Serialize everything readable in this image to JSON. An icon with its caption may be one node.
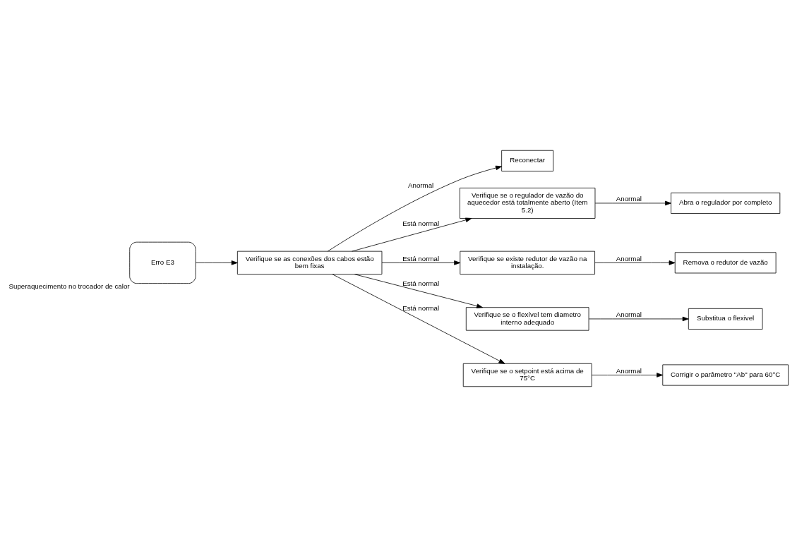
{
  "diagram": {
    "nodes": [
      {
        "text": [
          "Erro E3"
        ],
        "beside": [
          "Superaquecimento no trocador de calor"
        ]
      },
      {
        "text": [
          "Verifique se as conexões dos cabos estão bem fixas"
        ]
      },
      {
        "text": [
          "Reconectar"
        ]
      },
      {
        "text": [
          "Verifique se o regulador de vazão do aquecedor está totalmente aberto (Item 5.2)"
        ]
      },
      {
        "text": [
          "Abra o regulador por completo"
        ]
      },
      {
        "text": [
          "Verifique se existe redutor de vazão na instalação."
        ]
      },
      {
        "text": [
          "Remova o redutor de vazão"
        ]
      },
      {
        "text": [
          "Verifique se o flexível tem diametro interno adequado"
        ]
      },
      {
        "text": [
          "Substitua o flexivel"
        ]
      },
      {
        "text": [
          "Verifique se o setpoint está acima de 75°C"
        ]
      },
      {
        "text": [
          "Corrigir o parâmetro \"Ab\" para 60°C"
        ]
      }
    ],
    "edges": [
      {
        "from": 0,
        "to": 1,
        "arrow": "to"
      },
      {
        "from": 1,
        "to": 2,
        "arrow": "to",
        "label": "Anormal"
      },
      {
        "from": 1,
        "to": 3,
        "arrow": "to",
        "label": "Está normal"
      },
      {
        "from": 3,
        "to": 4,
        "arrow": "to",
        "label": "Anormal"
      },
      {
        "from": 1,
        "to": 5,
        "arrow": "to",
        "label": "Está normal"
      },
      {
        "from": 5,
        "to": 6,
        "arrow": "to",
        "label": "Anormal"
      },
      {
        "from": 1,
        "to": 7,
        "arrow": "to",
        "label": "Está normal"
      },
      {
        "from": 7,
        "to": 8,
        "arrow": "to",
        "label": "Anormal"
      },
      {
        "from": 1,
        "to": 9,
        "arrow": "to",
        "label": "Está normal"
      },
      {
        "from": 9,
        "to": 10,
        "arrow": "to",
        "label": "Anormal"
      }
    ]
  }
}
